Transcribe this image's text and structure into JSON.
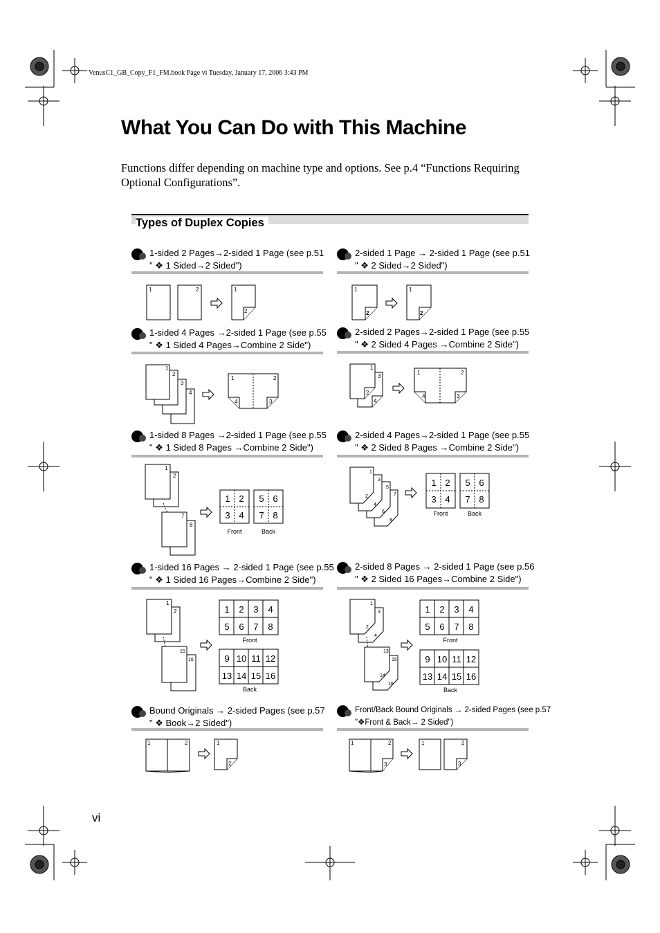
{
  "header_line": "VenusC1_GB_Copy_F1_FM.book  Page vi  Tuesday, January 17, 2006  3:43 PM",
  "title": "What You Can Do with This Machine",
  "intro": "Functions differ depending on machine type and options. See p.4 “Functions Requiring Optional Configurations”.",
  "section_title": "Types of Duplex Copies",
  "items": [
    {
      "line1": "1-sided 2 Pages→2-sided 1 Page (see p.51",
      "line2": "\" ❖ 1 Sided→2 Sided\")"
    },
    {
      "line1": "2-sided 1 Page → 2-sided 1 Page (see p.51",
      "line2": "\" ❖ 2 Sided→2 Sided\")"
    },
    {
      "line1": "1-sided 4 Pages →2-sided 1 Page (see p.55",
      "line2": "\" ❖ 1 Sided 4 Pages→Combine 2 Side\")"
    },
    {
      "line1": "2-sided 2 Pages→2-sided 1 Page (see p.55",
      "line2": "\" ❖ 2 Sided 4 Pages →Combine 2 Side\")"
    },
    {
      "line1": "1-sided 8 Pages →2-sided 1 Page (see p.55",
      "line2": "\" ❖ 1 Sided 8 Pages →Combine 2 Side\")"
    },
    {
      "line1": "2-sided 4 Pages→2-sided 1 Page (see p.55",
      "line2": "\" ❖ 2 Sided 8 Pages →Combine 2 Side\")"
    },
    {
      "line1": "1-sided 16 Pages → 2-sided 1 Page (see p.55",
      "line2": "\" ❖ 1 Sided 16 Pages→Combine 2 Side\")"
    },
    {
      "line1": "2-sided 8 Pages → 2-sided 1 Page (see p.56",
      "line2": "\" ❖ 2 Sided 16 Pages→Combine 2 Side\")"
    },
    {
      "line1": "Bound Originals  → 2-sided Pages (see p.57",
      "line2": "\" ❖ Book→2 Sided\")"
    },
    {
      "line1": "Front/Back Bound Originals → 2-sided Pages (see p.57",
      "line2": "\"❖Front & Back→ 2 Sided\")"
    }
  ],
  "diagram_labels": {
    "front": "Front",
    "back": "Back",
    "grid8_front": [
      "1",
      "2",
      "3",
      "4"
    ],
    "grid8_back": [
      "5",
      "6",
      "7",
      "8"
    ],
    "grid16_front": [
      "1",
      "2",
      "3",
      "4",
      "5",
      "6",
      "7",
      "8"
    ],
    "grid16_back": [
      "9",
      "10",
      "11",
      "12",
      "13",
      "14",
      "15",
      "16"
    ],
    "page_numbers": [
      "1",
      "2",
      "3",
      "4",
      "5",
      "6",
      "7",
      "8",
      "13",
      "14",
      "15",
      "16"
    ]
  },
  "page_number": "vi"
}
